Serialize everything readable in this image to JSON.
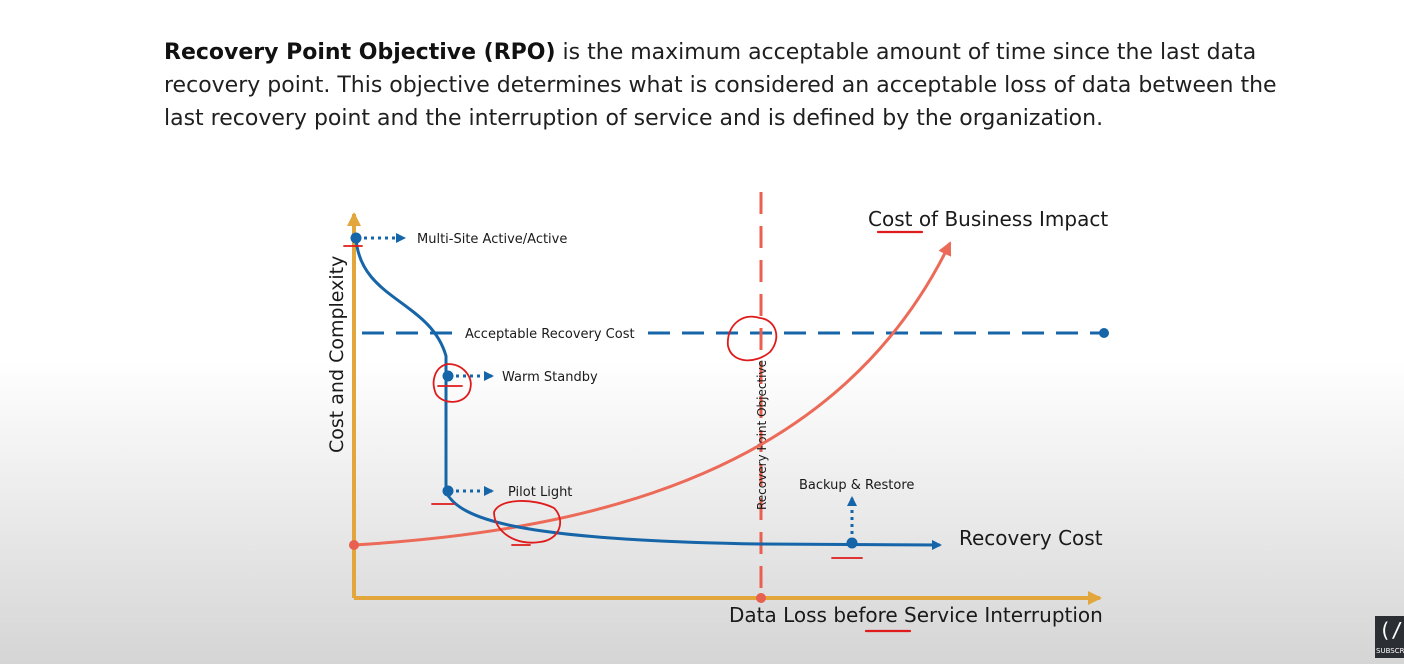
{
  "description": {
    "term": "Recovery Point Objective (RPO)",
    "text": " is the maximum acceptable amount of time since the last data recovery point. This objective determines what is considered an acceptable loss of data between the last recovery point and the interruption of service and is defined by the organization."
  },
  "diagram": {
    "y_axis_label": "Cost and Complexity",
    "x_axis_label": "Data Loss before Service Interruption",
    "business_impact_label": "Cost of Business Impact",
    "recovery_cost_label": "Recovery Cost",
    "acceptable_cost_label": "Acceptable Recovery Cost",
    "rpo_label": "Recovery Point Objective",
    "strategies": {
      "multi_site": "Multi-Site Active/Active",
      "warm_standby": "Warm Standby",
      "pilot_light": "Pilot Light",
      "backup_restore": "Backup & Restore"
    },
    "colors": {
      "axis": "#e3a63c",
      "recovery_cost": "#1565a8",
      "business_impact": "#ec6a58",
      "rpo_line": "#e8604f",
      "annotation": "#e01b1b"
    }
  },
  "logo": {
    "glyph": "(/",
    "caption": "SUBSCRIBE"
  }
}
